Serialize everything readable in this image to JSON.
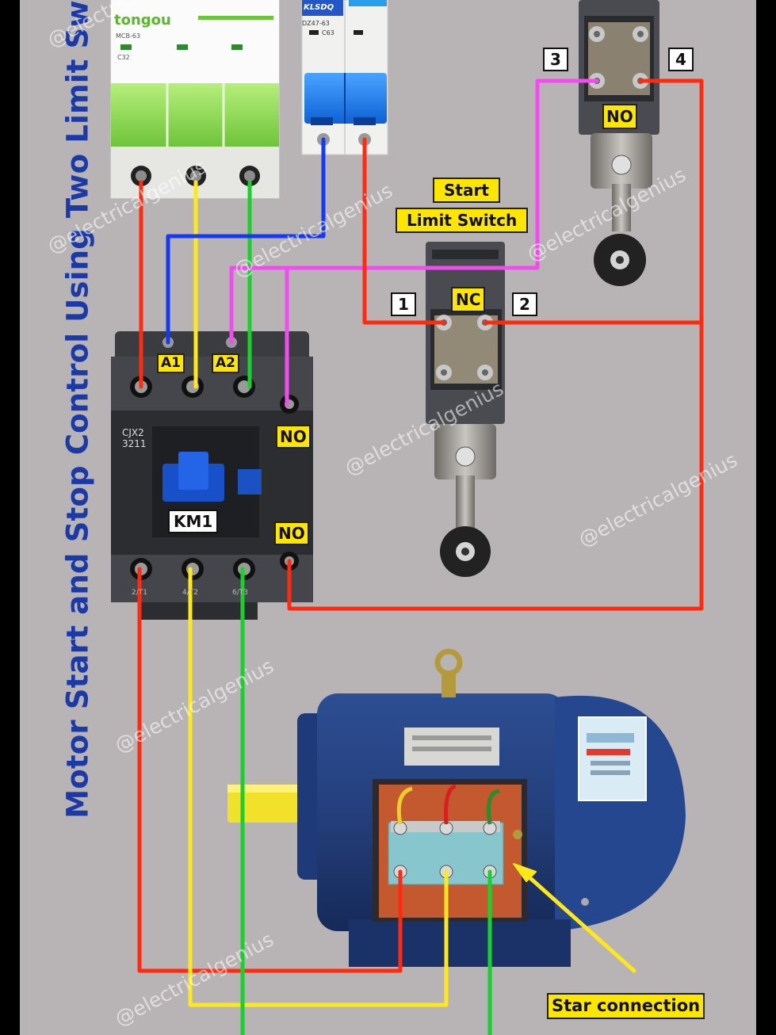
{
  "title": "Motor Start and Stop Control Using Two Limit Switc",
  "watermark": "@electricalgenius",
  "breaker_3p": {
    "brand": "tongou",
    "model": "MCB-63",
    "rating": "C32"
  },
  "breaker_2p": {
    "brand": "KLSDQ",
    "model": "DZ47-63",
    "rating": "C63"
  },
  "contactor": {
    "model": "CJX2",
    "number": "3211",
    "name": "KM1",
    "coil_a1": "A1",
    "coil_a2": "A2",
    "aux_no_top": "NO",
    "aux_no_bottom": "NO",
    "terminal_1": "2/T1",
    "terminal_2": "4/T2",
    "terminal_3": "6/T3"
  },
  "start_switch": {
    "label_line1": "Start",
    "label_line2": "Limit Switch",
    "contact": "NC",
    "term_left": "1",
    "term_right": "2"
  },
  "stop_switch": {
    "contact": "NO",
    "term_left": "3",
    "term_right": "4"
  },
  "motor": {
    "note": "Star connection"
  },
  "colors": {
    "red": "#ff2a10",
    "yellow": "#ffe81a",
    "green": "#19d12c",
    "blue": "#1638f0",
    "magenta": "#f04cf0",
    "title": "#1c3aa6",
    "tag": "#ffe600"
  }
}
